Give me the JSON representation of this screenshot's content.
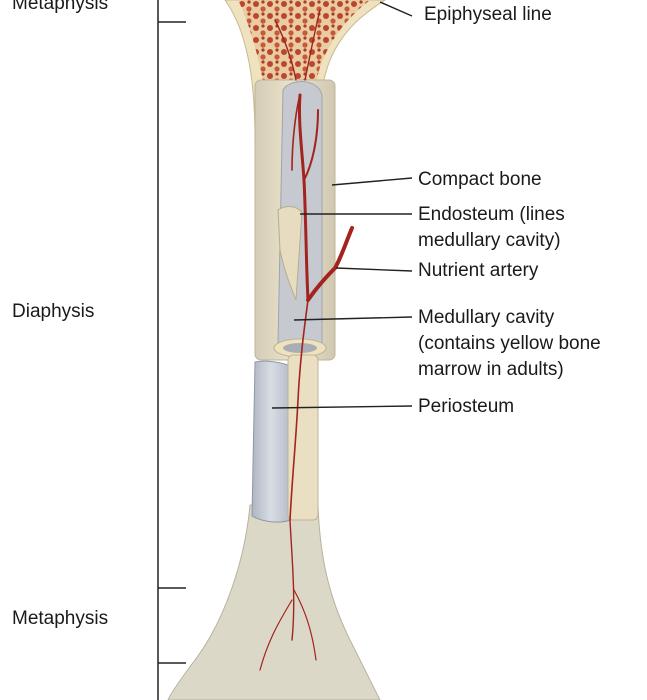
{
  "diagram": {
    "regions": {
      "metaphysis_top": "Metaphysis",
      "diaphysis": "Diaphysis",
      "metaphysis_bottom": "Metaphysis"
    },
    "labels": {
      "epiphyseal_line": "Epiphyseal line",
      "compact_bone": "Compact bone",
      "endosteum_line1": "Endosteum (lines",
      "endosteum_line2": "medullary cavity)",
      "nutrient_artery": "Nutrient artery",
      "medullary_line1": "Medullary cavity",
      "medullary_line2": "(contains yellow bone",
      "medullary_line3": "marrow in adults)",
      "periosteum": "Periosteum"
    },
    "colors": {
      "bone_cream": "#efe2bf",
      "bone_outer": "#d9d4c3",
      "spongy_red": "#b5351f",
      "periosteum_blue": "#c9cfd8",
      "artery_red": "#a3231e",
      "leader": "#222222"
    }
  }
}
